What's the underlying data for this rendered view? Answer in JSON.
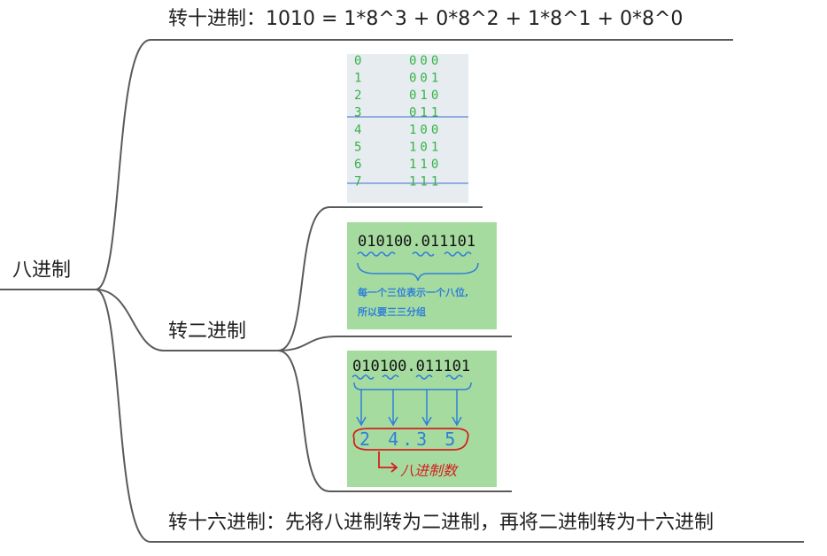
{
  "mindmap": {
    "root": "八进制",
    "branches": {
      "to_decimal": "转十进制：1010 = 1*8^3 + 0*8^2 + 1*8^1 + 0*8^0",
      "to_binary": "转二进制",
      "to_hex": "转十六进制：先将八进制转为二进制，再将二进制转为十六进制"
    }
  },
  "images": {
    "octal_table": {
      "rows": [
        {
          "digit": "0",
          "bits": "000"
        },
        {
          "digit": "1",
          "bits": "001"
        },
        {
          "digit": "2",
          "bits": "010"
        },
        {
          "digit": "3",
          "bits": "011"
        },
        {
          "digit": "4",
          "bits": "100"
        },
        {
          "digit": "5",
          "bits": "101"
        },
        {
          "digit": "6",
          "bits": "110"
        },
        {
          "digit": "7",
          "bits": "111"
        }
      ]
    },
    "grouping_note": {
      "binary": "010100.011101",
      "note_line1": "每一个三位表示一个八位,",
      "note_line2": "所以要三三分组"
    },
    "conversion": {
      "binary": "010100.011101",
      "result": "2 4.3 5",
      "result_label": "八进制数"
    }
  },
  "colors": {
    "line": "#5a5a5a",
    "card_green": "#a6dba0",
    "table_bg": "#e6ecef",
    "ink_green": "#36b24a",
    "ink_blue": "#2f7fd9",
    "ink_red": "#d42020"
  }
}
